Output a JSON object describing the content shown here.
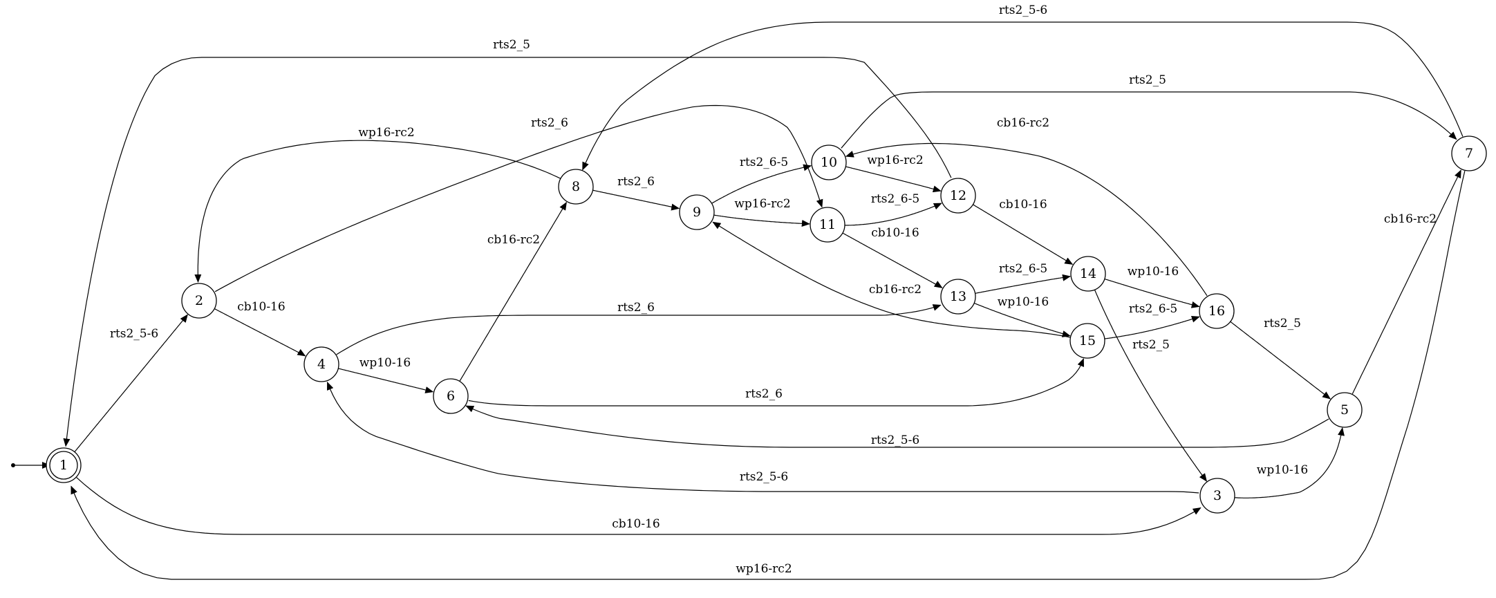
{
  "diagram": {
    "type": "state-machine",
    "initial_state": "1",
    "accepting_states": [
      "1"
    ],
    "colors": {
      "stroke": "#000000",
      "background": "#ffffff"
    },
    "nodes": [
      {
        "id": "1",
        "label": "1"
      },
      {
        "id": "2",
        "label": "2"
      },
      {
        "id": "3",
        "label": "3"
      },
      {
        "id": "4",
        "label": "4"
      },
      {
        "id": "5",
        "label": "5"
      },
      {
        "id": "6",
        "label": "6"
      },
      {
        "id": "7",
        "label": "7"
      },
      {
        "id": "8",
        "label": "8"
      },
      {
        "id": "9",
        "label": "9"
      },
      {
        "id": "10",
        "label": "10"
      },
      {
        "id": "11",
        "label": "11"
      },
      {
        "id": "12",
        "label": "12"
      },
      {
        "id": "13",
        "label": "13"
      },
      {
        "id": "14",
        "label": "14"
      },
      {
        "id": "15",
        "label": "15"
      },
      {
        "id": "16",
        "label": "16"
      }
    ],
    "edges": [
      {
        "from": "1",
        "to": "2",
        "label": "rts2_5-6"
      },
      {
        "from": "1",
        "to": "3",
        "label": "cb10-16"
      },
      {
        "from": "7",
        "to": "1",
        "label": "wp16-rc2"
      },
      {
        "from": "12",
        "to": "1",
        "label": "rts2_5"
      },
      {
        "from": "2",
        "to": "4",
        "label": "cb10-16"
      },
      {
        "from": "2",
        "to": "11",
        "label": "rts2_6"
      },
      {
        "from": "8",
        "to": "2",
        "label": "wp16-rc2"
      },
      {
        "from": "4",
        "to": "6",
        "label": "wp10-16"
      },
      {
        "from": "4",
        "to": "13",
        "label": "rts2_6"
      },
      {
        "from": "3",
        "to": "4",
        "label": "rts2_5-6"
      },
      {
        "from": "3",
        "to": "5",
        "label": "wp10-16"
      },
      {
        "from": "6",
        "to": "8",
        "label": "cb16-rc2"
      },
      {
        "from": "6",
        "to": "15",
        "label": "rts2_6"
      },
      {
        "from": "5",
        "to": "6",
        "label": "rts2_5-6"
      },
      {
        "from": "5",
        "to": "7",
        "label": "cb16-rc2"
      },
      {
        "from": "7",
        "to": "8",
        "label": "rts2_5-6"
      },
      {
        "from": "10",
        "to": "7",
        "label": "rts2_5"
      },
      {
        "from": "8",
        "to": "9",
        "label": "rts2_6"
      },
      {
        "from": "9",
        "to": "10",
        "label": "rts2_6-5"
      },
      {
        "from": "9",
        "to": "11",
        "label": "wp16-rc2"
      },
      {
        "from": "10",
        "to": "12",
        "label": "wp16-rc2"
      },
      {
        "from": "11",
        "to": "12",
        "label": "rts2_6-5"
      },
      {
        "from": "11",
        "to": "13",
        "label": "cb10-16"
      },
      {
        "from": "12",
        "to": "14",
        "label": "cb10-16"
      },
      {
        "from": "13",
        "to": "14",
        "label": "rts2_6-5"
      },
      {
        "from": "13",
        "to": "15",
        "label": "wp10-16"
      },
      {
        "from": "15",
        "to": "9",
        "label": "cb16-rc2"
      },
      {
        "from": "14",
        "to": "16",
        "label": "wp10-16"
      },
      {
        "from": "14",
        "to": "3",
        "label": "rts2_5"
      },
      {
        "from": "15",
        "to": "16",
        "label": "rts2_6-5"
      },
      {
        "from": "16",
        "to": "10",
        "label": "cb16-rc2"
      },
      {
        "from": "16",
        "to": "5",
        "label": "rts2_5"
      }
    ]
  }
}
